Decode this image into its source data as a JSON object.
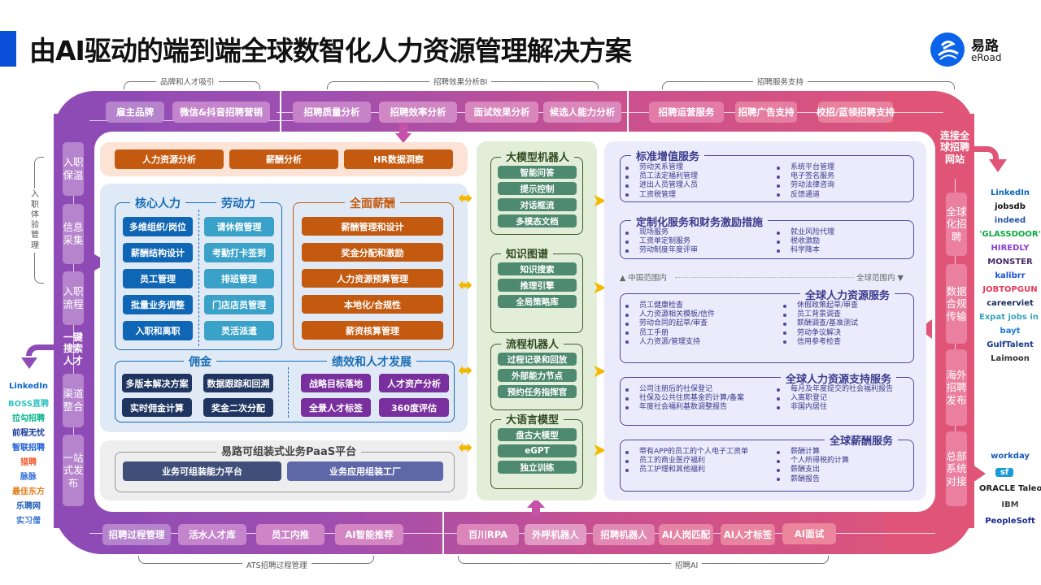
{
  "title": "由AI驱动的端到端全球数智化人力资源管理解决方案",
  "logo": {
    "cn": "易路",
    "en": "eRoad",
    "icon": "eroad-logo-icon"
  },
  "top_brackets": [
    "品牌和人才吸引",
    "招聘效果分析BI",
    "招聘服务支持"
  ],
  "bottom_brackets": [
    "ATS招聘过程管理",
    "招聘AI"
  ],
  "left_bracket": "入职体验管理",
  "top_ring": {
    "brand": [
      "雇主品牌",
      "微信&抖音招聘营销"
    ],
    "bi": [
      "招聘质量分析",
      "招聘效率分析",
      "面试效果分析",
      "候选人能力分析"
    ],
    "service": [
      "招聘运营服务",
      "招聘广告支持",
      "校招/蓝领招聘支持"
    ]
  },
  "bottom_ring": {
    "ats": [
      "招聘过程管理",
      "活水人才库",
      "员工内推",
      "AI智能推荐"
    ],
    "ai": [
      "百川RPA",
      "外呼机器人",
      "招聘机器人",
      "AI人岗匹配",
      "AI人才标签",
      "AI面试"
    ]
  },
  "left_ring": {
    "items": [
      "入职保温",
      "信息采集",
      "入职流程"
    ],
    "search": "一键搜索人才",
    "items2": [
      "渠道整合",
      "一站式发布"
    ]
  },
  "right_ring": {
    "connect": "连接全球招聘网站",
    "items": [
      "全球化招聘",
      "数据合规传输",
      "海外招聘发布",
      "总部系统对接"
    ]
  },
  "analytics": [
    "人力资源分析",
    "薪酬分析",
    "HR数据洞察"
  ],
  "core_hr": {
    "title": "核心人力",
    "items": [
      "多维组织/岗位",
      "薪酬结构设计",
      "员工管理",
      "批量业务调整",
      "入职和离职"
    ]
  },
  "labor": {
    "title": "劳动力",
    "items": [
      "请休假管理",
      "考勤打卡签到",
      "排班管理",
      "门店店员管理",
      "灵活派遣"
    ]
  },
  "comp": {
    "title": "全面薪酬",
    "items": [
      "薪酬管理和设计",
      "奖金分配和激励",
      "人力资源预算管理",
      "本地化/合规性",
      "薪资核算管理"
    ]
  },
  "commission": {
    "title": "佣金",
    "items": [
      "多版本解决方案",
      "数据跟踪和回溯",
      "实时佣金计算",
      "奖金二次分配"
    ]
  },
  "performance": {
    "title": "绩效和人才发展",
    "items": [
      "战略目标落地",
      "人才资产分析",
      "全景人才标签",
      "360度评估"
    ]
  },
  "paas": {
    "title": "易路可组装式业务PaaS平台",
    "items": [
      "业务可组装能力平台",
      "业务应用组装工厂"
    ]
  },
  "ai_groups": [
    {
      "title": "大模型机器人",
      "items": [
        "智能问答",
        "提示控制",
        "对话框流",
        "多模态文档"
      ]
    },
    {
      "title": "知识图谱",
      "items": [
        "知识搜索",
        "推理引擎",
        "全局策略库"
      ]
    },
    {
      "title": "流程机器人",
      "items": [
        "过程记录和回放",
        "外部能力节点",
        "预约任务指挥官"
      ]
    },
    {
      "title": "大语言模型",
      "items": [
        "盘古大模型",
        "eGPT",
        "独立训练"
      ]
    }
  ],
  "services": {
    "standard": {
      "title": "标准增值服务",
      "left": [
        "劳动关系管理",
        "员工法定福利管理",
        "进出人员管理人员",
        "工资税管理"
      ],
      "right": [
        "系统平台管理",
        "电子签名服务",
        "劳动法律咨询",
        "反馈通道"
      ]
    },
    "custom": {
      "title": "定制化服务和财务激励措施",
      "left": [
        "现场服务",
        "工资单定制服务",
        "劳动制度年度评审"
      ],
      "right": [
        "就业风险代理",
        "税收激励",
        "科学降本"
      ]
    },
    "scope_china": "中国范围内",
    "scope_global": "全球范围内",
    "global_hr": {
      "title": "全球人力资源服务",
      "left": [
        "员工健康检查",
        "人力资源相关模板/信件",
        "劳动合同的起草/审查",
        "员工手册",
        "人力资源/管理支持"
      ],
      "right": [
        "休假政策起草/审查",
        "员工背景调查",
        "薪酬调查/基准测试",
        "劳动争议解决",
        "信用参考检查"
      ]
    },
    "global_support": {
      "title": "全球人力资源支持服务",
      "left": [
        "公司注册后的社保登记",
        "社保及公共住房基金的计算/备案",
        "年度社会福利基数调整报告"
      ],
      "right": [
        "每月及年度提交的社会福利报告",
        "入离职登记",
        "非国内居住"
      ]
    },
    "global_payroll": {
      "title": "全球薪酬服务",
      "left": [
        "带有APP的员工的个人电子工资单",
        "员工的商业医疗福利",
        "员工护理和其他福利"
      ],
      "right": [
        "薪酬计算",
        "个人所得税的计算",
        "薪酬支出",
        "薪酬报告"
      ]
    }
  },
  "left_logos": [
    {
      "text": "LinkedIn",
      "color": "#0a66c2"
    },
    {
      "text": "BOSS直聘",
      "color": "#34c3c3"
    },
    {
      "text": "拉勾招聘",
      "color": "#00b38a"
    },
    {
      "text": "前程无忧",
      "color": "#1a3b9e"
    },
    {
      "text": "智联招聘",
      "color": "#1a5bd6"
    },
    {
      "text": "猎聘",
      "color": "#f05a28"
    },
    {
      "text": "脉脉",
      "color": "#2a6ad8"
    },
    {
      "text": "最佳东方",
      "color": "#e07d1a"
    },
    {
      "text": "乐聘网",
      "color": "#1c5cb5"
    },
    {
      "text": "实习僧",
      "color": "#3b7ad8"
    }
  ],
  "right_logos": [
    {
      "text": "LinkedIn",
      "color": "#0a66c2"
    },
    {
      "text": "jobsdb",
      "color": "#111111"
    },
    {
      "text": "indeed",
      "color": "#2557a7"
    },
    {
      "text": "'GLASSDOOR'",
      "color": "#0caa41"
    },
    {
      "text": "HIREDLY",
      "color": "#8a3fd1"
    },
    {
      "text": "MONSTER",
      "color": "#4a2b6b"
    },
    {
      "text": "kalibrr",
      "color": "#1a4fd6"
    },
    {
      "text": "JOBTOPGUN",
      "color": "#e83a5a"
    },
    {
      "text": "careerviet",
      "color": "#1a2a5e"
    },
    {
      "text": "Expat jobs in Thailand",
      "color": "#3aa3b8"
    },
    {
      "text": "bayt",
      "color": "#1a7ad8"
    },
    {
      "text": "GulfTalent",
      "color": "#1a3b8e"
    },
    {
      "text": "Laimoon",
      "color": "#333333"
    }
  ],
  "hq_logos": [
    {
      "text": "workday",
      "color": "#1a5bb5"
    },
    {
      "text": "sf",
      "color": "#ffffff"
    },
    {
      "text": "ORACLE Taleo",
      "color": "#222222"
    },
    {
      "text": "IBM",
      "color": "#444444"
    },
    {
      "text": "PeopleSoft",
      "color": "#1a2a8e"
    }
  ]
}
